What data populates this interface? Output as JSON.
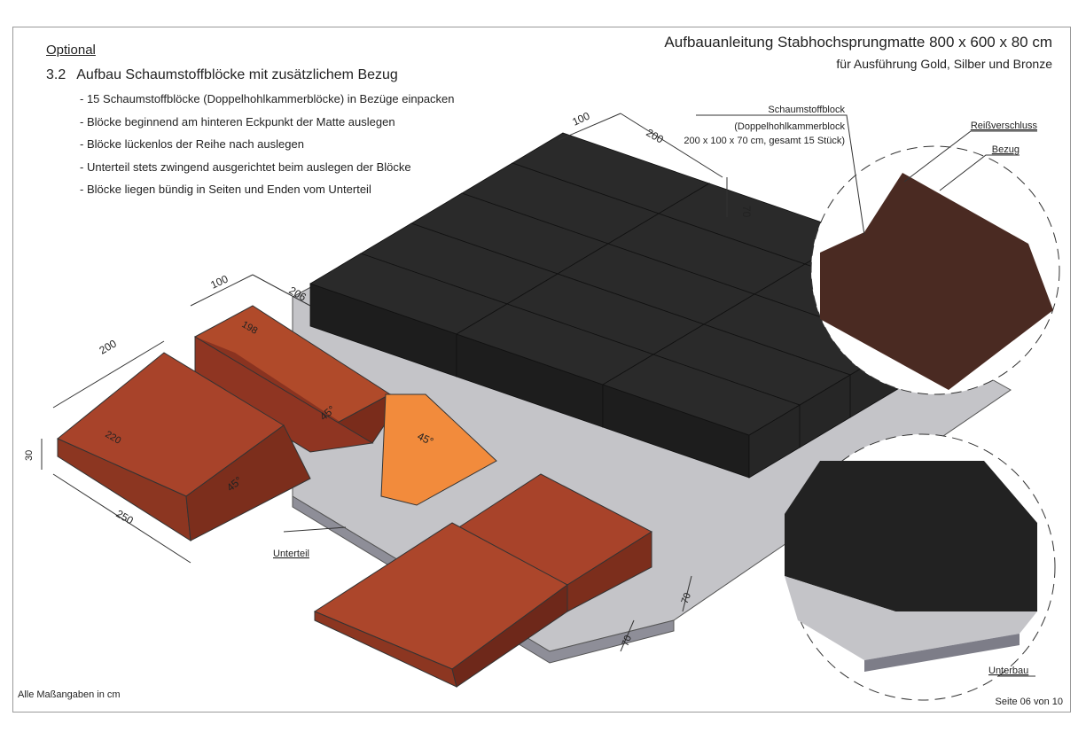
{
  "header": {
    "optional_label": "Optional",
    "section_number": "3.2",
    "section_title": "Aufbau Schaumstoffblöcke mit zusätzlichem Bezug",
    "title": "Aufbauanleitung Stabhochsprungmatte 800 x 600 x 80 cm",
    "subtitle": "für Ausführung Gold, Silber und Bronze"
  },
  "steps": [
    "15 Schaumstoffblöcke (Doppelhohlkammerblöcke) in Bezüge einpacken",
    "Blöcke beginnend am hinteren Eckpunkt der Matte auslegen",
    "Blöcke lückenlos der Reihe nach auslegen",
    "Unterteil stets zwingend ausgerichtet beim auslegen der Blöcke",
    "Blöcke liegen bündig in Seiten und Enden vom Unterteil"
  ],
  "callouts": {
    "block_title": "Schaumstoffblock",
    "block_line1": "(Doppelhohlkammerblock",
    "block_line2": "200 x 100 x 70 cm, gesamt 15 Stück)",
    "zipper": "Reißverschluss",
    "cover": "Bezug",
    "base_part": "Unterteil",
    "substructure": "Unterbau"
  },
  "dimensions": {
    "top_block_width": "100",
    "top_block_length": "200",
    "top_block_height": "70",
    "wedge_width": "100",
    "wedge_length": "206",
    "wedge_top": "198",
    "front_wedge_depth": "200",
    "front_wedge_top": "220",
    "front_wedge_bottom": "250",
    "front_wedge_height": "30",
    "angle": "45°",
    "base_height_1": "70",
    "base_height_2": "70"
  },
  "footer": {
    "note": "Alle Maßangaben in cm",
    "page": "Seite 06 von 10"
  },
  "colors": {
    "block": "#2a2a2a",
    "wedge": "#9a3a22",
    "highlight": "#f08a3a",
    "cover": "#4a2a22",
    "base": "#b9b9bf"
  }
}
